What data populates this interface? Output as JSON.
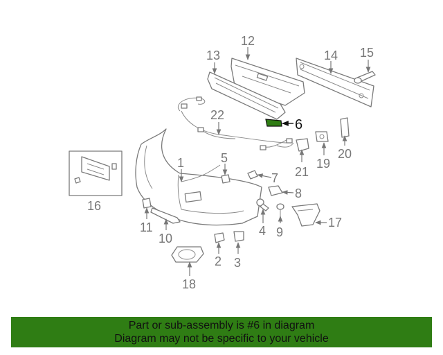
{
  "callouts": {
    "c1": "1",
    "c2": "2",
    "c3": "3",
    "c4": "4",
    "c5": "5",
    "c6": "6",
    "c7": "7",
    "c8": "8",
    "c9": "9",
    "c10": "10",
    "c11": "11",
    "c12": "12",
    "c13": "13",
    "c14": "14",
    "c15": "15",
    "c16": "16",
    "c17": "17",
    "c18": "18",
    "c19": "19",
    "c20": "20",
    "c21": "21",
    "c22": "22"
  },
  "highlight": {
    "part": "6",
    "color": "#2f7d14"
  },
  "footer": {
    "line1": "Part or sub-assembly is #6 in diagram",
    "line2": "Diagram may not be specific to your vehicle",
    "background": "#2f7d14"
  }
}
